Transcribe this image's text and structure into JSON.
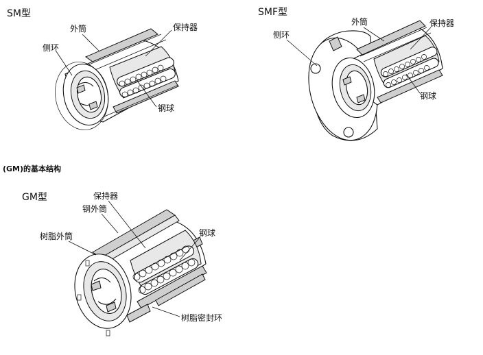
{
  "sm": {
    "title": "SM型",
    "label_outer_sleeve": "外筒",
    "label_retainer": "保持器",
    "label_side_ring": "侧环",
    "label_steel_ball": "钢球"
  },
  "smf": {
    "title": "SMF型",
    "label_outer_sleeve": "外筒",
    "label_retainer": "保持器",
    "label_side_ring": "侧环",
    "label_steel_ball": "钢球"
  },
  "section_title": "(GM)的基本结构",
  "gm": {
    "title": "GM型",
    "label_retainer": "保持器",
    "label_steel_outer_sleeve": "钢外筒",
    "label_resin_outer_sleeve": "树脂外筒",
    "label_steel_ball": "钢球",
    "label_resin_seal_ring": "树脂密封环"
  }
}
